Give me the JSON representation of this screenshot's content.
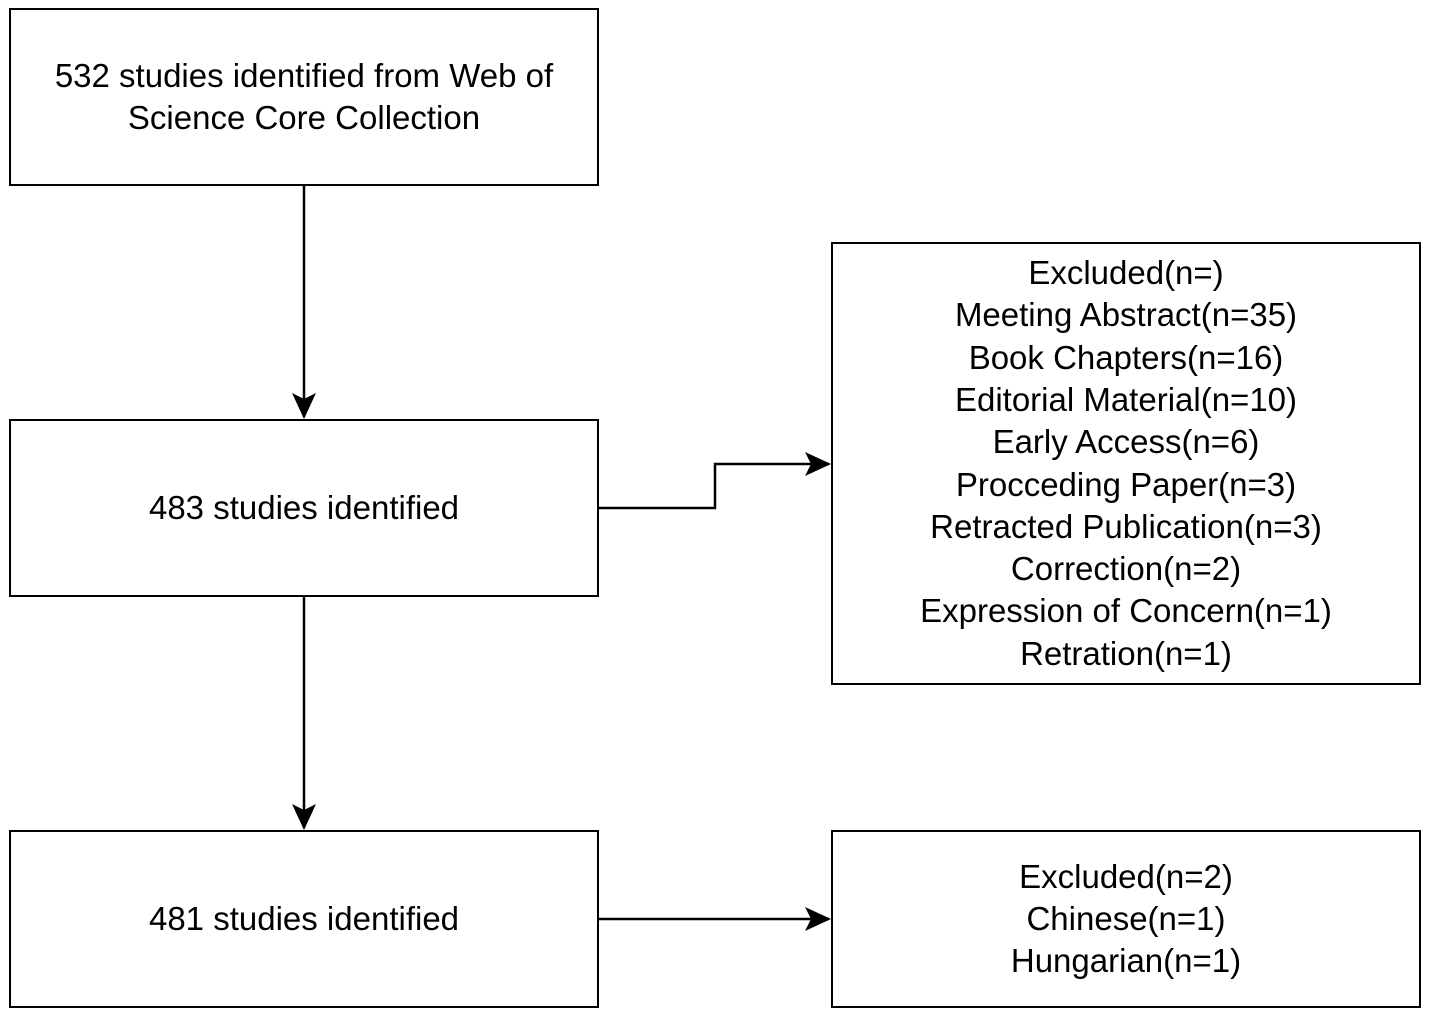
{
  "flow": {
    "source_box": {
      "text": "532 studies identified from Web of Science Core Collection"
    },
    "second_box": {
      "text": "483 studies identified"
    },
    "final_box": {
      "text": "481 studies identified"
    },
    "exclusion_box_1": {
      "lines": [
        "Excluded(n=)",
        "Meeting Abstract(n=35)",
        "Book Chapters(n=16)",
        "Editorial Material(n=10)",
        "Early Access(n=6)",
        "Procceding Paper(n=3)",
        "Retracted Publication(n=3)",
        "Correction(n=2)",
        "Expression of Concern(n=1)",
        "Retration(n=1)"
      ]
    },
    "exclusion_box_2": {
      "lines": [
        "Excluded(n=2)",
        "Chinese(n=1)",
        "Hungarian(n=1)"
      ]
    }
  },
  "colors": {
    "stroke": "#000000",
    "background": "#ffffff"
  }
}
